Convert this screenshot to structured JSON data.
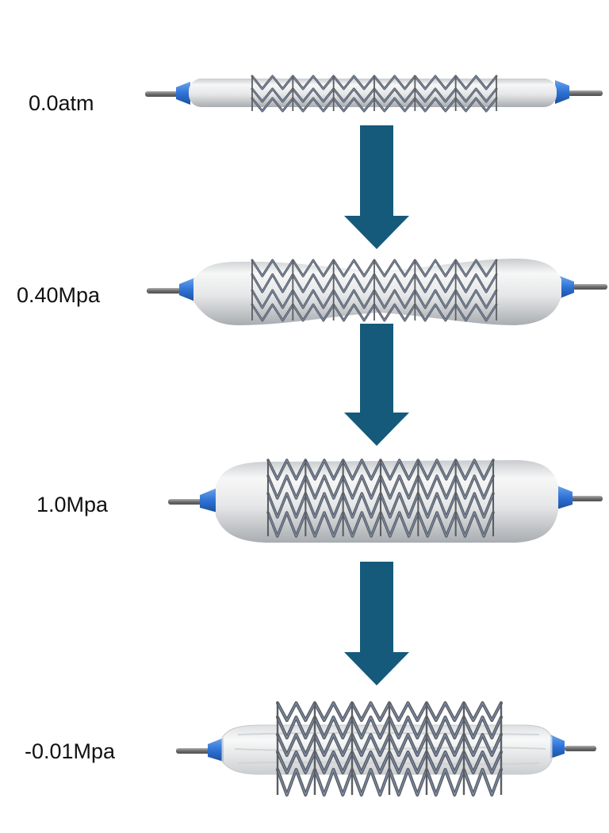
{
  "stages": [
    {
      "pressure_label": "0.0atm"
    },
    {
      "pressure_label": "0.40Mpa"
    },
    {
      "pressure_label": "1.0Mpa"
    },
    {
      "pressure_label": "-0.01Mpa"
    }
  ],
  "colors": {
    "arrow": "#155a7b",
    "balloon": "#eceded",
    "balloon_shadow": "#b9bcbf",
    "stent": "#5b5e62",
    "stent_inner": "#7d90b4",
    "tip": "#2e73d6",
    "catheter": "#7a7a7a"
  },
  "icons": {
    "arrow": "down-arrow-icon"
  }
}
